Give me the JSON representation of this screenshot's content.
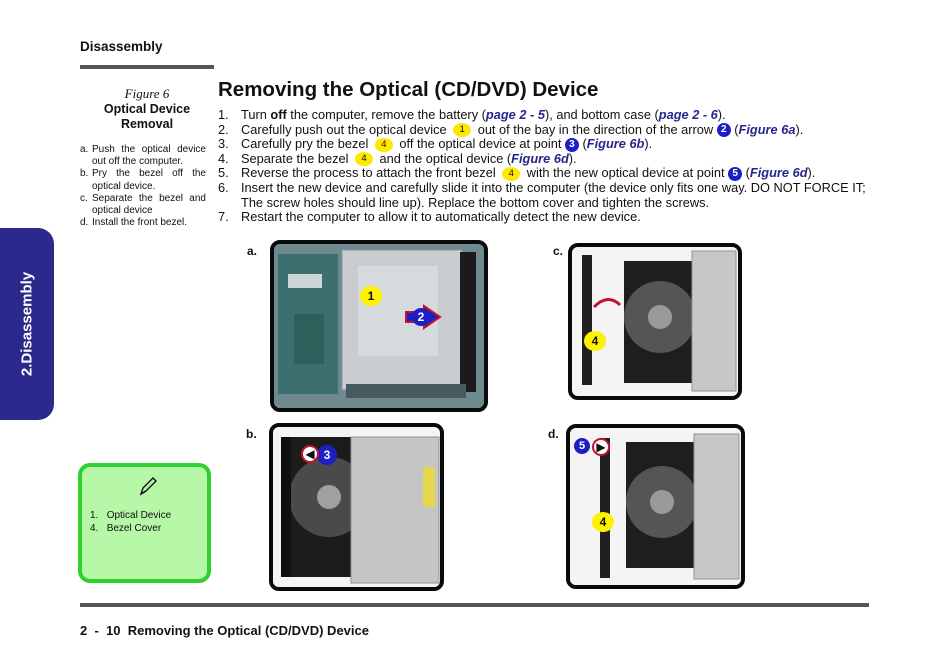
{
  "header": {
    "section": "Disassembly"
  },
  "side_tab": {
    "label": "2.Disassembly"
  },
  "figure_caption": {
    "number": "Figure 6",
    "title_line1": "Optical Device",
    "title_line2": "Removal",
    "steps": [
      {
        "label": "a.",
        "text": "Push the optical device out off the computer."
      },
      {
        "label": "b.",
        "text": "Pry the bezel off the optical device."
      },
      {
        "label": "c.",
        "text": "Separate the bezel and optical device"
      },
      {
        "label": "d.",
        "text": "Install the front bezel."
      }
    ]
  },
  "main": {
    "title": "Removing the Optical (CD/DVD) Device",
    "instructions": [
      {
        "num": "1.",
        "parts": [
          "Turn ",
          "off",
          " the computer, remove the battery (",
          "page 2 - 5",
          "), and bottom case (",
          "page 2 - 6",
          ")."
        ]
      },
      {
        "num": "2.",
        "parts": [
          "Carefully push out the optical device ",
          "1",
          " out of the bay in the direction of the arrow ",
          "2",
          " (",
          "Figure 6a",
          ")."
        ]
      },
      {
        "num": "3.",
        "parts": [
          "Carefully pry the bezel ",
          "4",
          " off the optical device at point ",
          "3",
          " (",
          "Figure 6b",
          ")."
        ]
      },
      {
        "num": "4.",
        "parts": [
          "Separate the bezel ",
          "4",
          " and the optical device (",
          "Figure 6d",
          ")."
        ]
      },
      {
        "num": "5.",
        "parts": [
          "Reverse the process to attach the front bezel ",
          "4",
          " with the new optical device at point ",
          "5",
          " (",
          "Figure 6d",
          ")."
        ]
      },
      {
        "num": "6.",
        "parts": [
          "Insert the new device and carefully slide it into the computer (the device only fits one way. DO NOT FORCE IT; The screw holes should line up).  Replace the bottom cover and tighten the screws."
        ]
      },
      {
        "num": "7.",
        "parts": [
          "Restart the computer to allow it to automatically detect the new device."
        ]
      }
    ]
  },
  "figures": {
    "a": {
      "label": "a.",
      "markers": [
        "1",
        "2"
      ]
    },
    "b": {
      "label": "b.",
      "markers": [
        "3"
      ]
    },
    "c": {
      "label": "c.",
      "markers": [
        "4"
      ]
    },
    "d": {
      "label": "d.",
      "markers": [
        "5",
        "4"
      ]
    }
  },
  "note": {
    "icon": "pencil-icon",
    "items": [
      {
        "num": "1.",
        "text": "Optical Device"
      },
      {
        "num": "4.",
        "text": "Bezel Cover"
      }
    ]
  },
  "footer": {
    "page": "2  -  10",
    "title": "Removing the Optical (CD/DVD) Device"
  },
  "colors": {
    "tab": "#2b2a8c",
    "link": "#27268b",
    "marker_yellow": "#fff200",
    "marker_blue": "#1c1fc4",
    "note_bg": "#b6f7a8",
    "note_border": "#2fd12f"
  }
}
